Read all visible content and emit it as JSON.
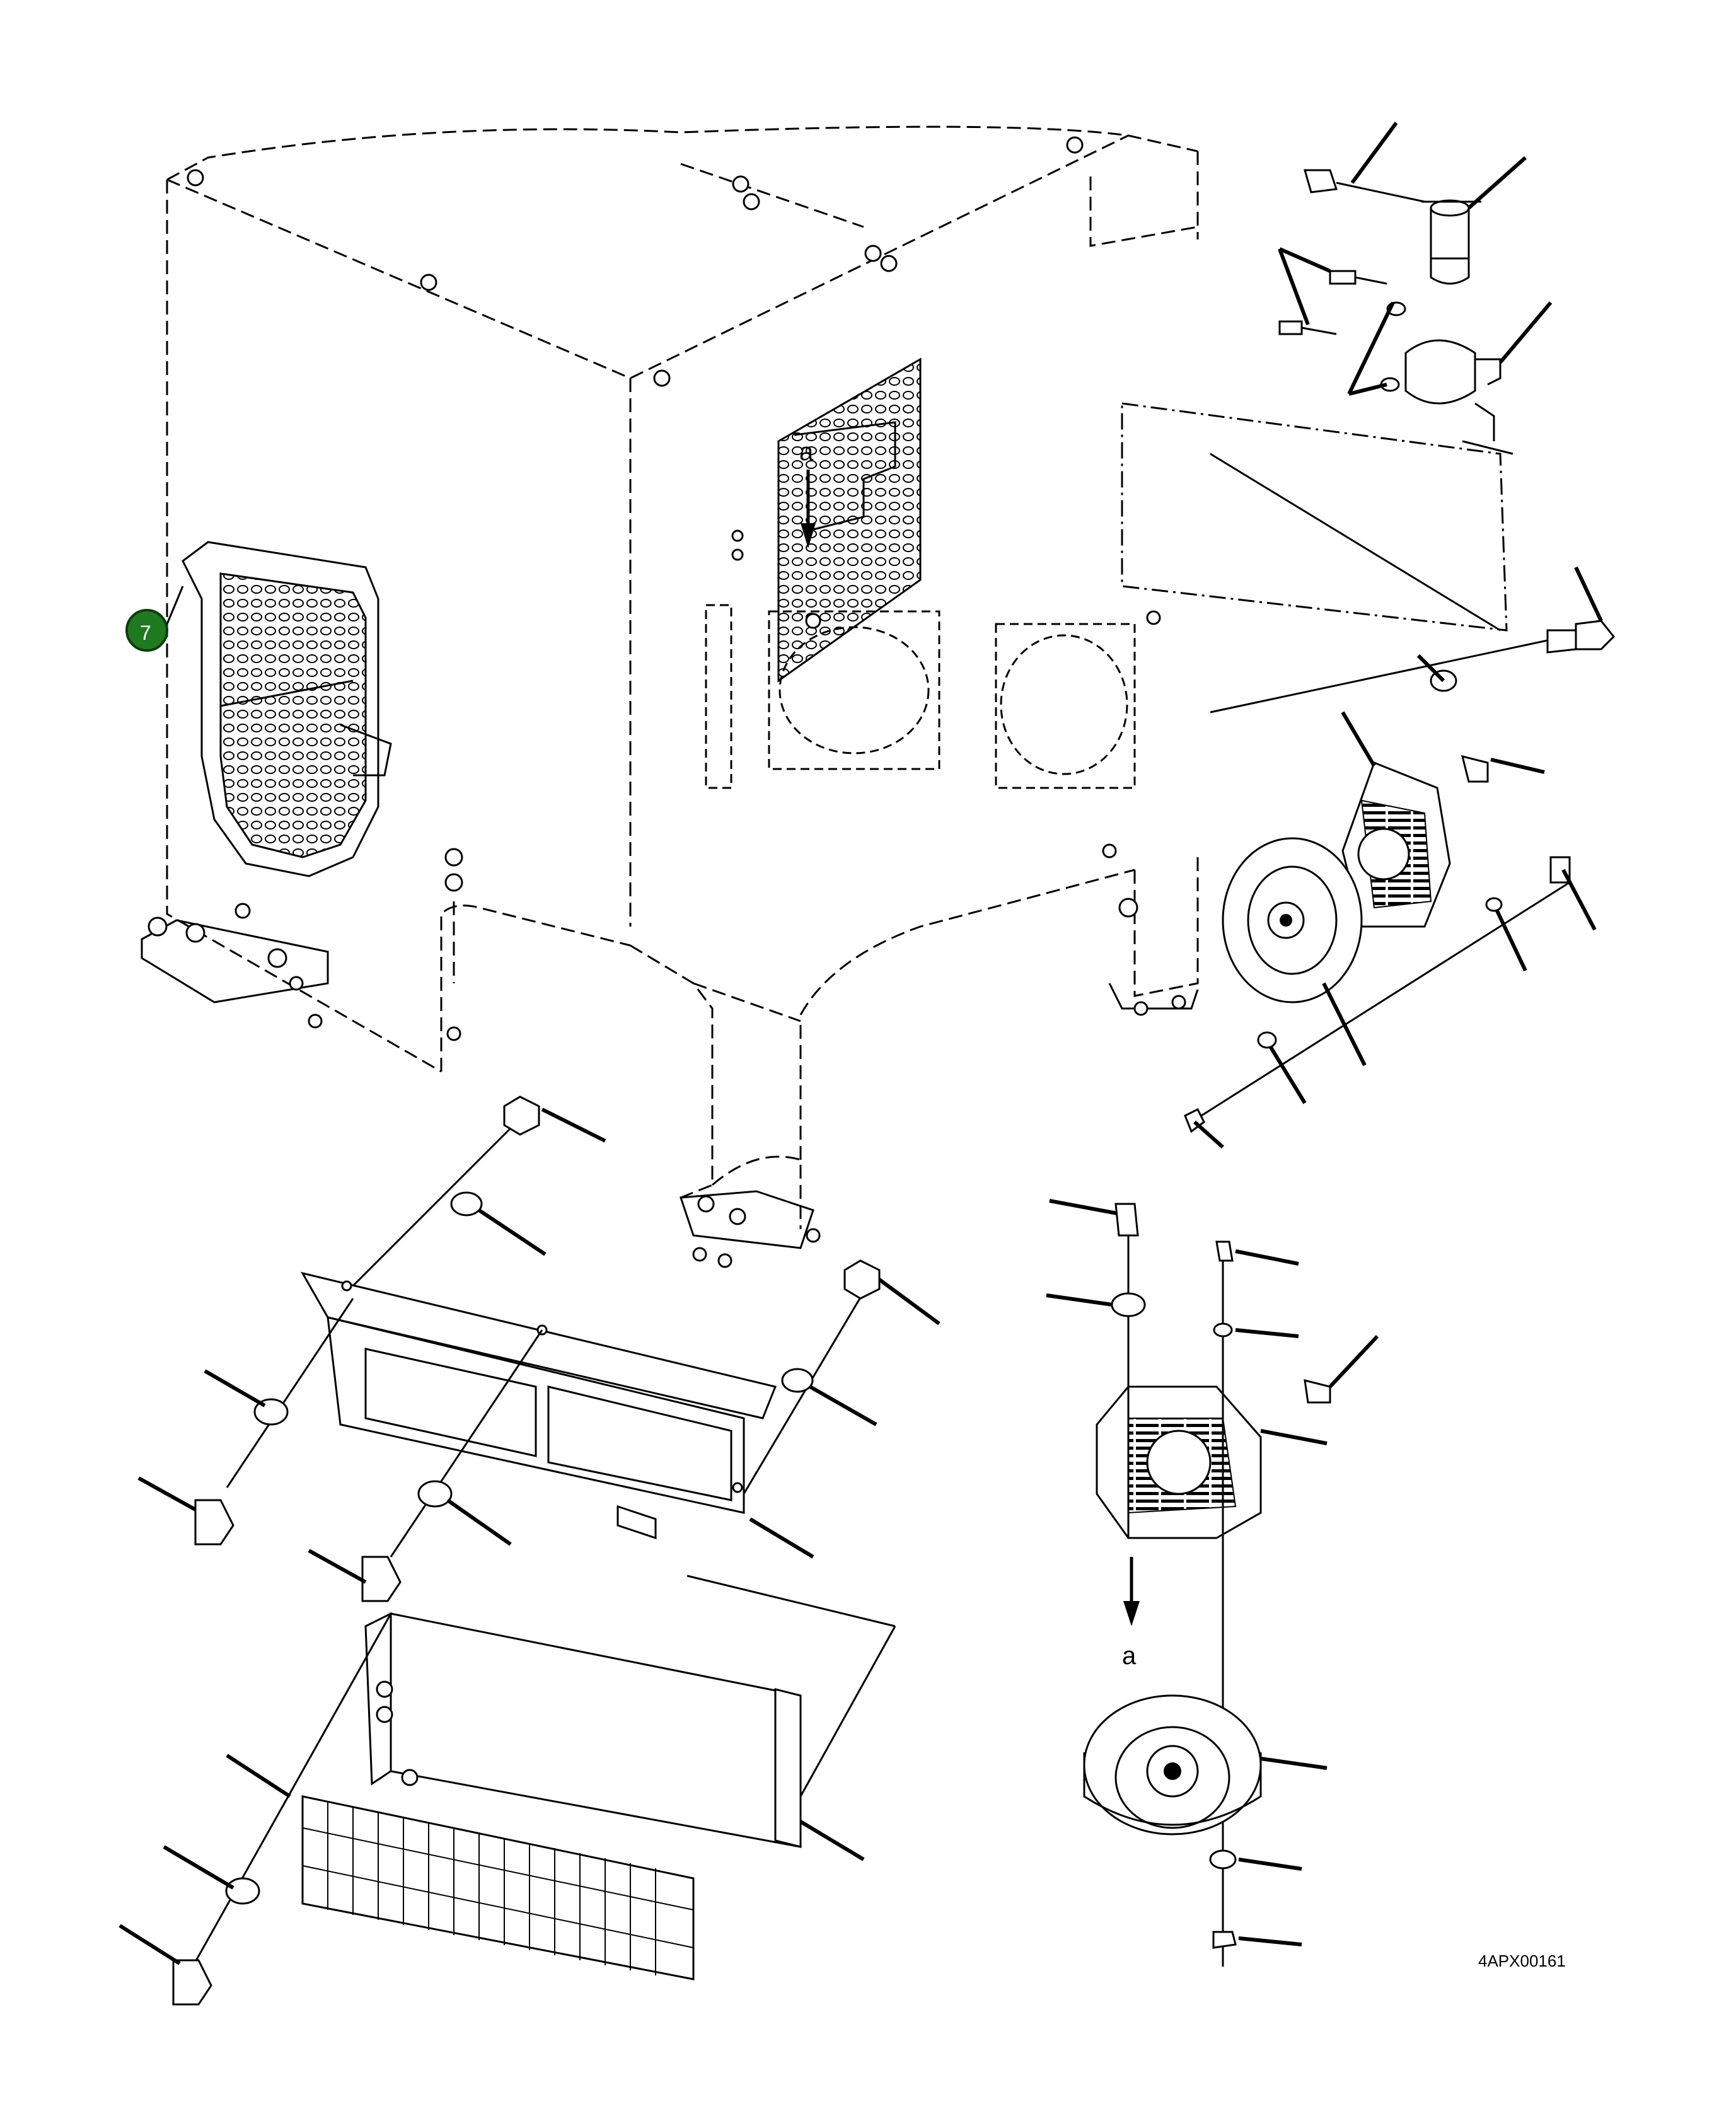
{
  "view_labels": [
    "a",
    "a"
  ],
  "callout": {
    "number": "7",
    "color": "#1f7a1f"
  },
  "figure_code": "4APX00161"
}
